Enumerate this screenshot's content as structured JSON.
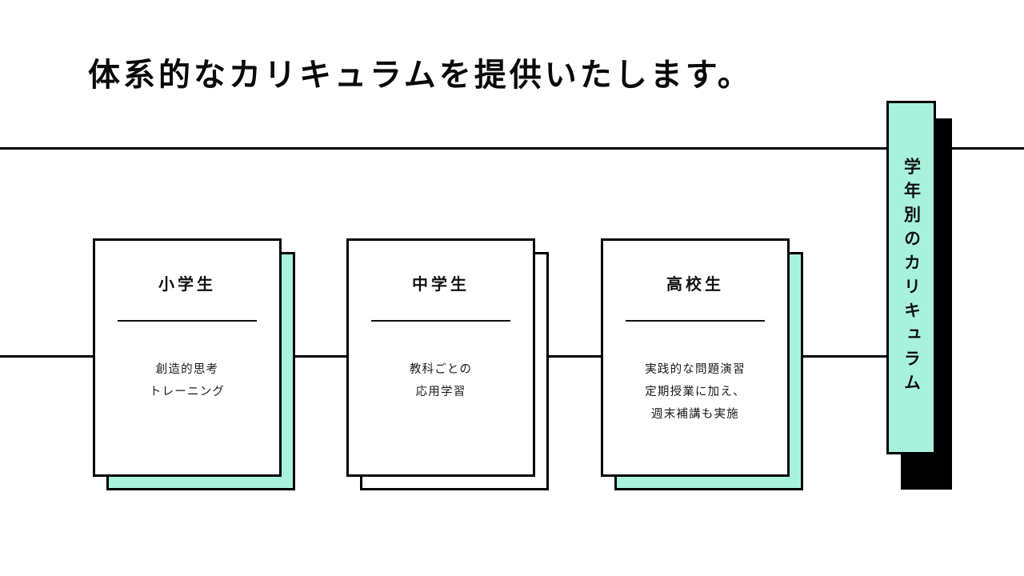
{
  "slide": {
    "title": "体系的なカリキュラムを提供いたします。",
    "accent_color": "#a8f2dd",
    "line_color": "#000000",
    "background_color": "#ffffff"
  },
  "ribbon": {
    "label": "学年別のカリキュラム",
    "fill_color": "#a8f2dd",
    "shadow_color": "#000000"
  },
  "cards": [
    {
      "title": "小学生",
      "body_lines": [
        "創造的思考",
        "トレーニング"
      ],
      "shadow_style": "mint"
    },
    {
      "title": "中学生",
      "body_lines": [
        "教科ごとの",
        "応用学習"
      ],
      "shadow_style": "plain"
    },
    {
      "title": "高校生",
      "body_lines": [
        "実践的な問題演習",
        "定期授業に加え、",
        "週末補講も実施"
      ],
      "shadow_style": "mint"
    }
  ]
}
